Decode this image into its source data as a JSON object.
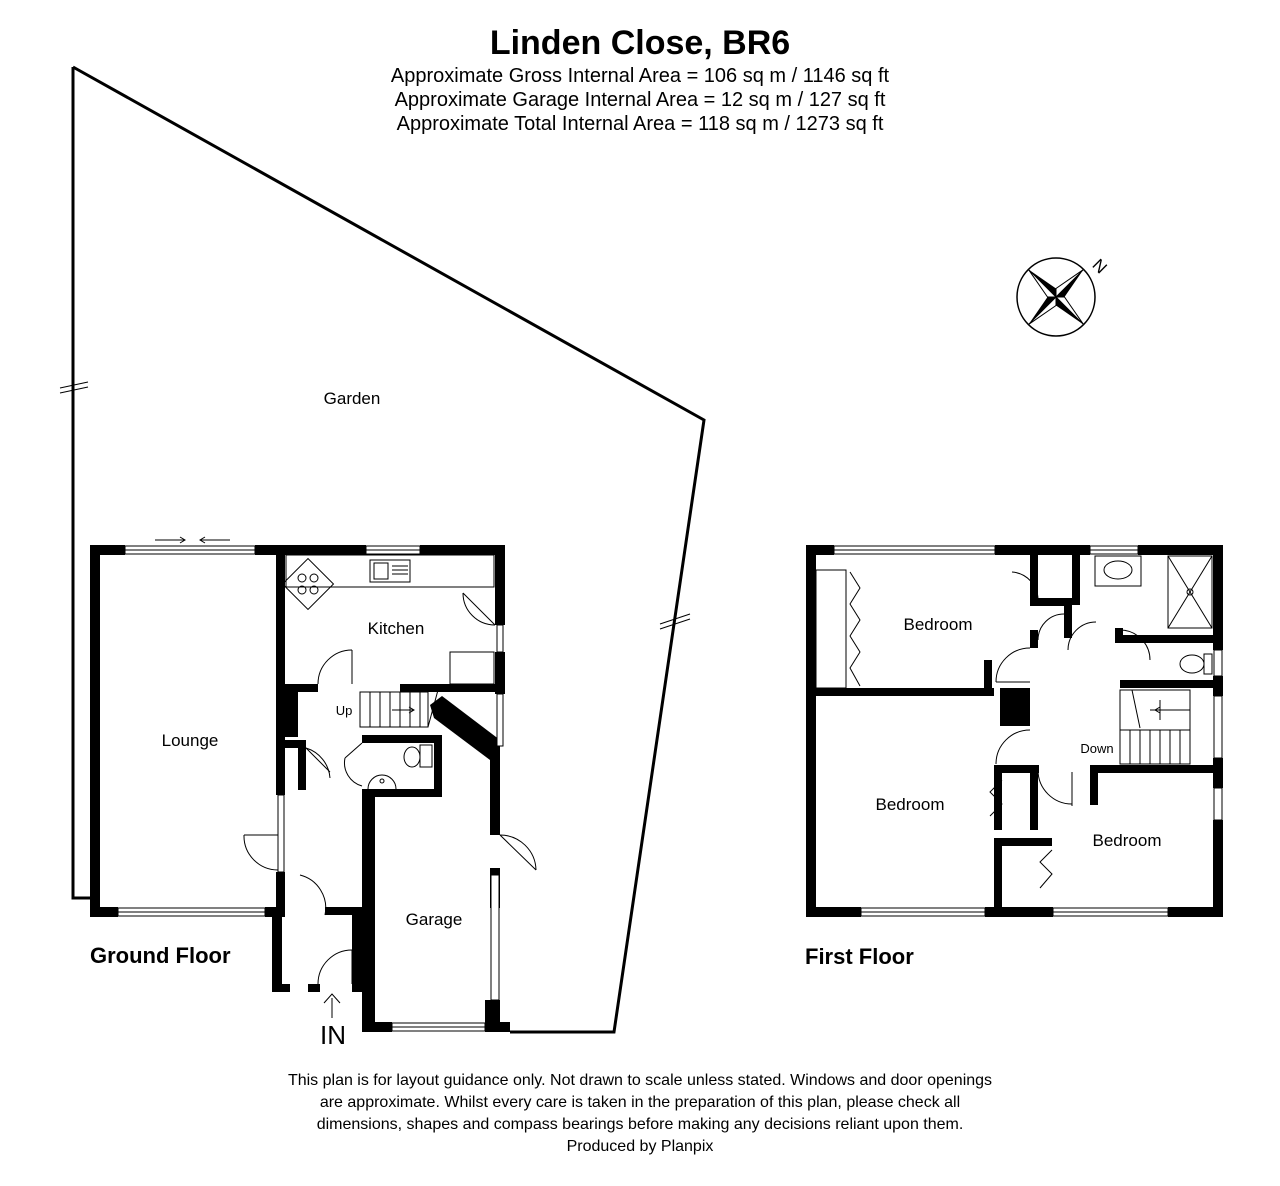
{
  "header": {
    "title": "Linden Close, BR6",
    "lines": [
      "Approximate Gross Internal Area = 106 sq m / 1146 sq ft",
      "Approximate Garage Internal Area = 12 sq m / 127 sq ft",
      "Approximate Total Internal Area = 118 sq m / 1273 sq ft"
    ]
  },
  "ground_floor": {
    "label": "Ground Floor",
    "rooms": {
      "garden": "Garden",
      "lounge": "Lounge",
      "kitchen": "Kitchen",
      "garage": "Garage",
      "stairs": "Up"
    },
    "entrance": "IN"
  },
  "first_floor": {
    "label": "First Floor",
    "rooms": {
      "bedroom_1": "Bedroom",
      "bedroom_2": "Bedroom",
      "bedroom_3": "Bedroom",
      "stairs": "Down"
    }
  },
  "compass": {
    "label": "N"
  },
  "disclaimer": {
    "lines": [
      "This plan is for layout guidance only. Not drawn to scale unless stated. Windows and door openings",
      "are approximate. Whilst every care is taken in the preparation of this plan, please check all",
      "dimensions, shapes and compass bearings before making any decisions reliant upon them.",
      "Produced by Planpix"
    ]
  }
}
